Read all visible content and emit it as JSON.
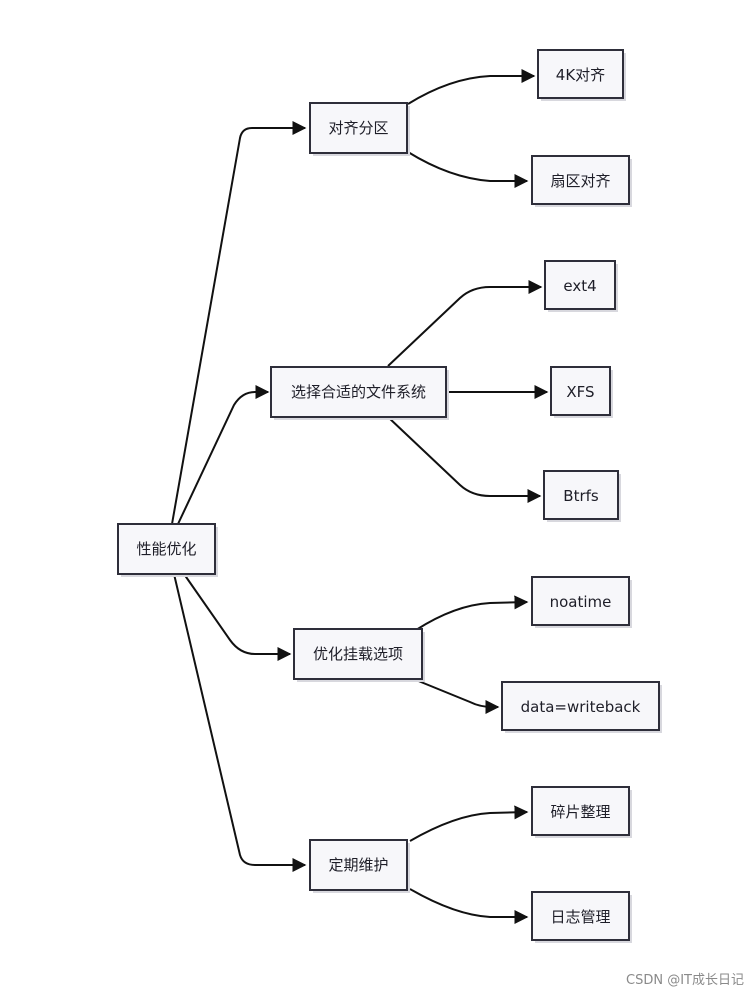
{
  "diagram": {
    "nodes": [
      {
        "id": "root",
        "label": "性能优化"
      },
      {
        "id": "align",
        "label": "对齐分区"
      },
      {
        "id": "align4k",
        "label": "4K对齐"
      },
      {
        "id": "alignSector",
        "label": "扇区对齐"
      },
      {
        "id": "fs",
        "label": "选择合适的文件系统"
      },
      {
        "id": "ext4",
        "label": "ext4"
      },
      {
        "id": "xfs",
        "label": "XFS"
      },
      {
        "id": "btrfs",
        "label": "Btrfs"
      },
      {
        "id": "mount",
        "label": "优化挂载选项"
      },
      {
        "id": "noatime",
        "label": "noatime"
      },
      {
        "id": "writeback",
        "label": "data=writeback"
      },
      {
        "id": "maint",
        "label": "定期维护"
      },
      {
        "id": "defrag",
        "label": "碎片整理"
      },
      {
        "id": "logs",
        "label": "日志管理"
      }
    ],
    "edges": [
      {
        "from": "root",
        "to": "align"
      },
      {
        "from": "root",
        "to": "fs"
      },
      {
        "from": "root",
        "to": "mount"
      },
      {
        "from": "root",
        "to": "maint"
      },
      {
        "from": "align",
        "to": "align4k"
      },
      {
        "from": "align",
        "to": "alignSector"
      },
      {
        "from": "fs",
        "to": "ext4"
      },
      {
        "from": "fs",
        "to": "xfs"
      },
      {
        "from": "fs",
        "to": "btrfs"
      },
      {
        "from": "mount",
        "to": "noatime"
      },
      {
        "from": "mount",
        "to": "writeback"
      },
      {
        "from": "maint",
        "to": "defrag"
      },
      {
        "from": "maint",
        "to": "logs"
      }
    ]
  },
  "watermark": "CSDN @IT成长日记"
}
